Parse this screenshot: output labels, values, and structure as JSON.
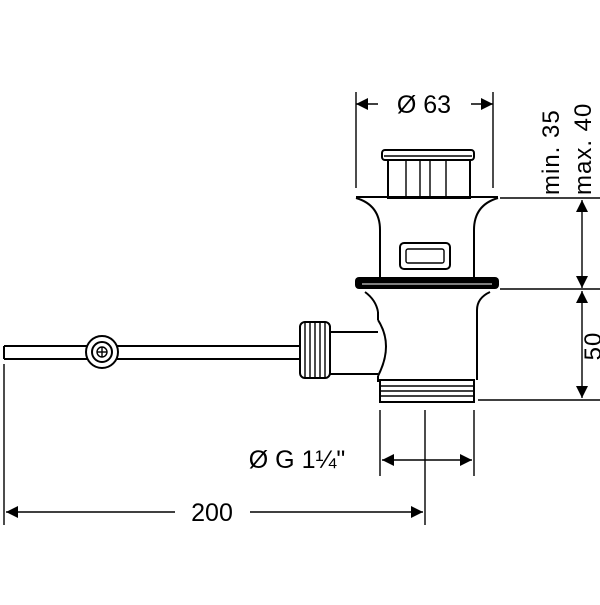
{
  "dimensions": {
    "diameter_top": "Ø 63",
    "height_min": "min. 35",
    "height_max": "max. 40",
    "height_lower": "50",
    "thread": "Ø G 1¼\"",
    "length": "200"
  },
  "colors": {
    "line": "#000000",
    "background": "#ffffff"
  }
}
